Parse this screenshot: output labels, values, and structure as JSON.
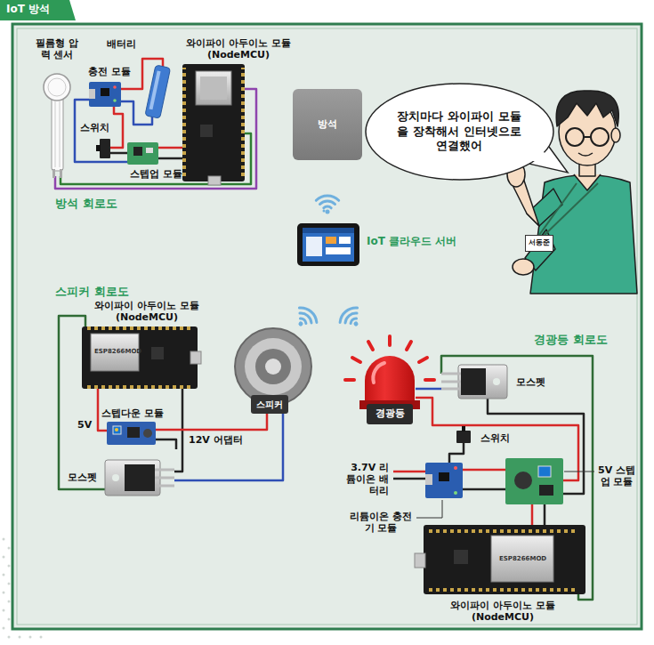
{
  "diagram": {
    "title": "IoT 방석",
    "nodes": [
      {
        "text": [
          "방석"
        ]
      },
      {
        "text": [
          "장치마다 와이파이 모듈을 장착해서 인터넷으로 연결했어"
        ]
      },
      {
        "text": [
          "IoT 클라우드 서버"
        ]
      },
      {
        "text": [
          "서동준"
        ]
      },
      {
        "text": [
          "스피커"
        ]
      },
      {
        "text": [
          "경광등"
        ]
      }
    ],
    "labels": [
      "필름형 압력 센서",
      "배터리",
      "충전 모듈",
      "와이파이 아두이노 모듈 (NodeMCU)",
      "스위치",
      "스텝업 모듈",
      "방석 회로도",
      "스피커 회로도",
      "와이파이 아두이노 모듈 (NodeMCU)",
      "ESP8266MOD",
      "5V",
      "스텝다운 모듈",
      "12V 어댑터",
      "모스펫",
      "경광등 회로도",
      "모스펫",
      "스위치",
      "3.7V 리튬이온 배터리",
      "리튬이온 충전기 모듈",
      "5V 스텝업 모듈",
      "와이파이 아두이노 모듈 (NodeMCU)",
      "ESP8266MOD"
    ]
  }
}
